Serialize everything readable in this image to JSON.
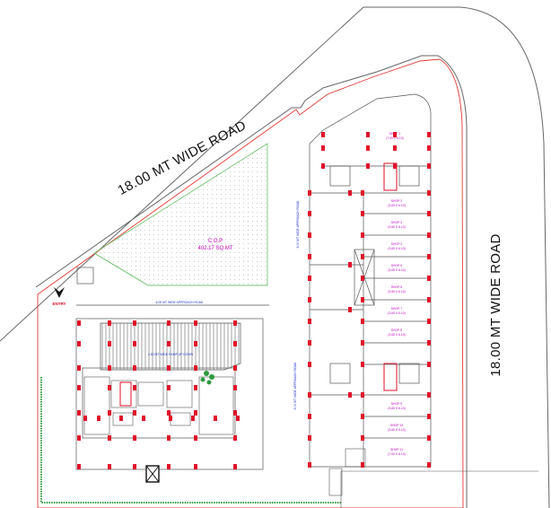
{
  "roads": {
    "north_west": "18.00 MT WIDE ROAD",
    "east": "18.00 MT WIDE ROAD"
  },
  "cop": {
    "label": "C.O.P",
    "area": "402.17 SQ.MT"
  },
  "entry_label": "ENTRY",
  "approach_roads": {
    "horizontal": "6.00 MT WIDE APPROACH ROAD",
    "vertical_top": "6.00 MT WIDE APPROACH ROAD",
    "vertical_bottom": "6.00 MT WIDE APPROACH ROAD"
  },
  "ramp_label": "4.50 MT WIDE RAMP UP DOWN",
  "shops": [
    {
      "label": "SHOP 1",
      "size": "(7.00 X 6.10)"
    },
    {
      "label": "SHOP 2",
      "size": "(3.65 X 6.10)"
    },
    {
      "label": "SHOP 3",
      "size": "(3.65 X 6.10)"
    },
    {
      "label": "SHOP 4",
      "size": "(3.65 X 6.10)"
    },
    {
      "label": "SHOP 5",
      "size": "(3.65 X 6.10)"
    },
    {
      "label": "SHOP 6",
      "size": "(3.65 X 6.10)"
    },
    {
      "label": "SHOP 7",
      "size": "(3.65 X 6.10)"
    },
    {
      "label": "SHOP 8",
      "size": "(3.65 X 6.10)"
    },
    {
      "label": "SHOP 9",
      "size": "(3.65 X 6.10)"
    },
    {
      "label": "SHOP 10",
      "size": "(3.65 X 6.10)"
    },
    {
      "label": "SHOP 11",
      "size": "(7.00 X 6.10)"
    }
  ],
  "colors": {
    "boundary": "#e53935",
    "cop_outline": "#7bc67b",
    "column": "#e0102a",
    "text_magenta": "#c000c0",
    "text_blue": "#2030d0",
    "landscape": "#2e9a3e",
    "walls": "#555555"
  }
}
